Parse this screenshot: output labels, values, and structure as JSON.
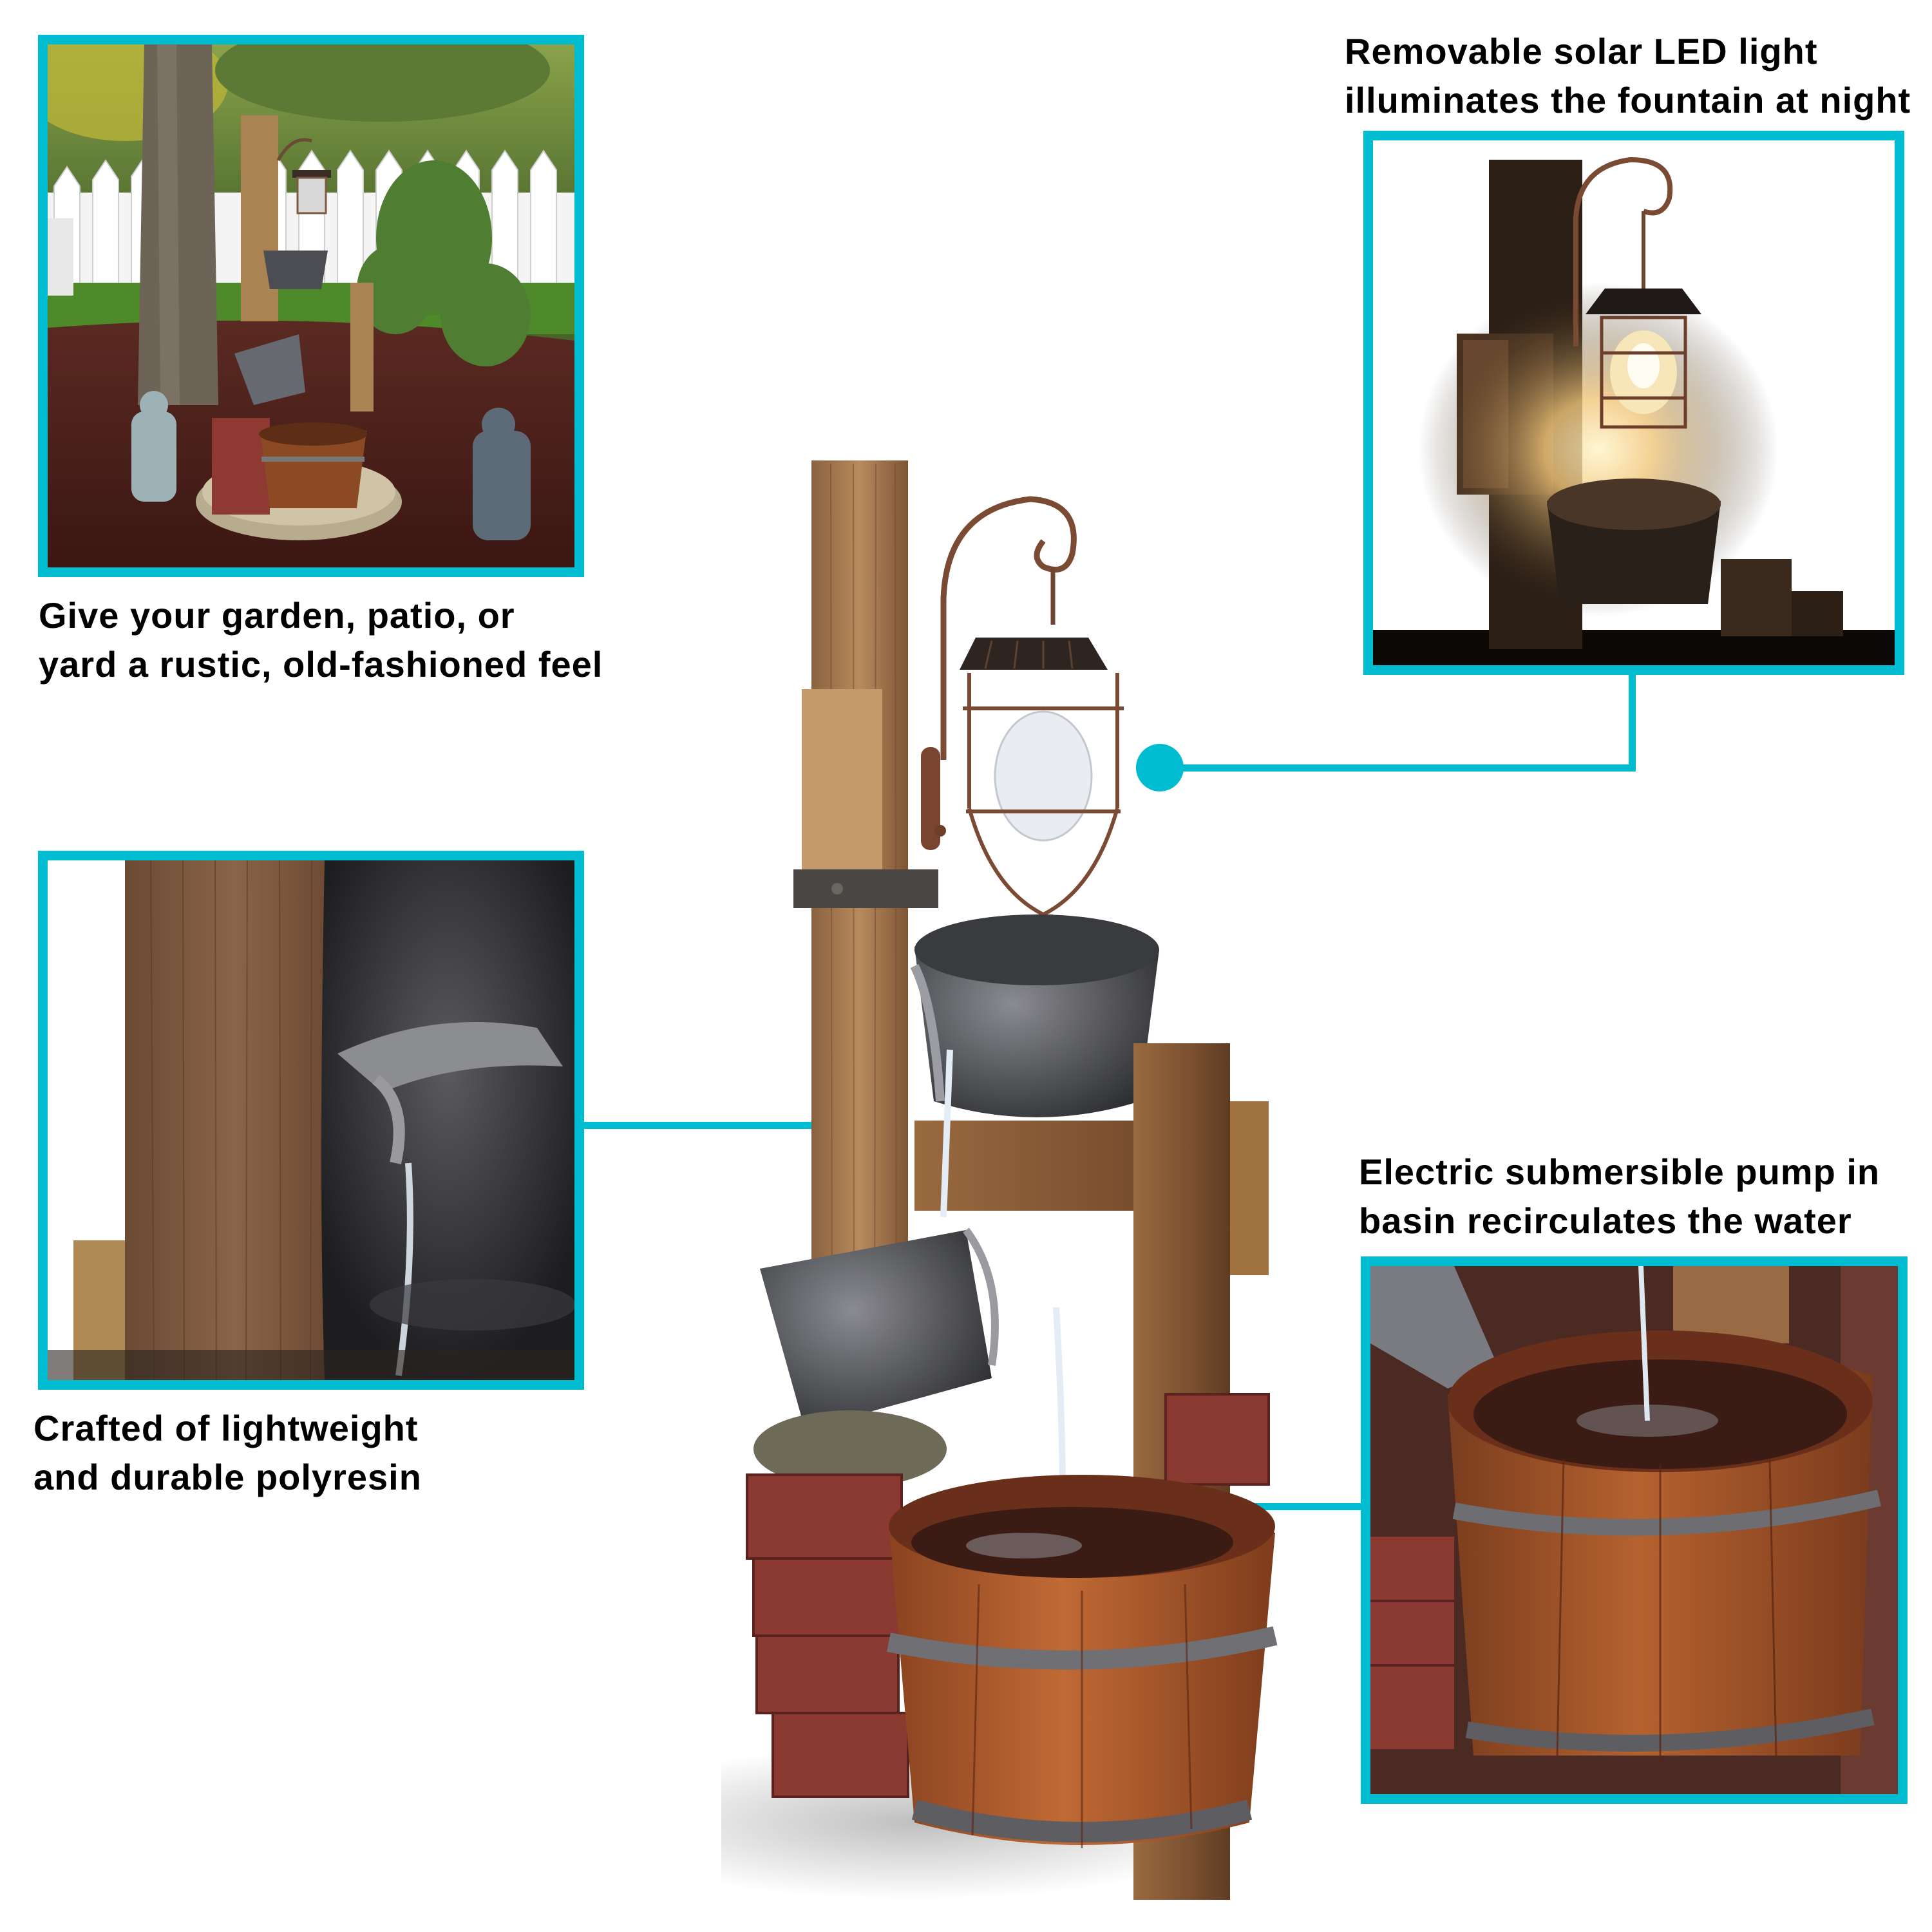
{
  "colors": {
    "accent_teal": "#00BCD0",
    "background": "#FFFFFF",
    "text": "#000000"
  },
  "callouts": {
    "garden": {
      "line1": "Give your garden, patio, or",
      "line2": "yard a rustic, old-fashioned feel",
      "image_label": "fountain-in-garden-photo"
    },
    "solar_light": {
      "line1": "Removable solar LED light",
      "line2": "illuminates the fountain at night",
      "image_label": "lantern-lit-at-night-photo"
    },
    "polyresin": {
      "line1": "Crafted of lightweight",
      "line2": "and durable polyresin",
      "image_label": "polyresin-closeup-photo"
    },
    "pump": {
      "line1": "Electric submersible pump in",
      "line2": "basin recirculates the water",
      "image_label": "basin-pump-closeup-photo"
    }
  },
  "product": {
    "name": "rustic-well-fountain-with-solar-lantern",
    "components": [
      "wooden-posts",
      "solar-lantern",
      "upper-bucket",
      "tilted-bucket",
      "brick-base",
      "wooden-barrel-basin"
    ]
  }
}
